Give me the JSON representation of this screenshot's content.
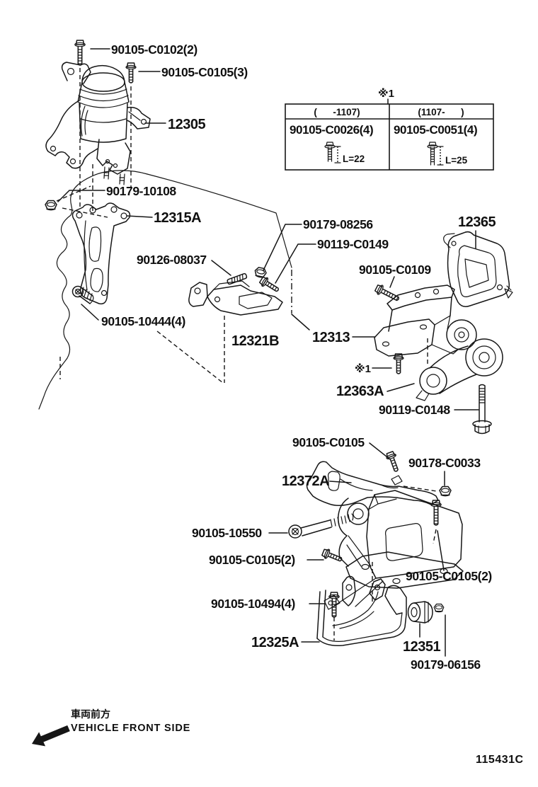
{
  "diagram": {
    "figure_code": "115431C",
    "note_marker": "※1",
    "front_label_jp": "車両前方",
    "front_label_en": "VEHICLE FRONT SIDE"
  },
  "variant_table": {
    "note_ref": "※1",
    "columns": [
      {
        "period": "(      -1107)",
        "part_number": "90105-C0026(4)",
        "length": "L=22"
      },
      {
        "period": "(1107-      )",
        "part_number": "90105-C0051(4)",
        "length": "L=25"
      }
    ]
  },
  "labels": {
    "bolt_c0102": "90105-C0102(2)",
    "bolt_c0105_3": "90105-C0105(3)",
    "part_12305": "12305",
    "nut_90179_10108": "90179-10108",
    "part_12315a": "12315A",
    "stud_90126_08037": "90126-08037",
    "bolt_90105_10444": "90105-10444(4)",
    "part_12321b": "12321B",
    "nut_90179_08256": "90179-08256",
    "bolt_90119_c0149": "90119-C0149",
    "part_12365": "12365",
    "bolt_90105_c0109": "90105-C0109",
    "part_12313": "12313",
    "part_12363a": "12363A",
    "bolt_90119_c0148": "90119-C0148",
    "bolt_90105_c0105": "90105-C0105",
    "nut_90178_c0033": "90178-C0033",
    "part_12372a": "12372A",
    "bolt_90105_10550": "90105-10550",
    "bolt_90105_c0105_2": "90105-C0105(2)",
    "bolt_90105_10494": "90105-10494(4)",
    "part_12325a": "12325A",
    "part_12351": "12351",
    "nut_90179_06156": "90179-06156"
  }
}
